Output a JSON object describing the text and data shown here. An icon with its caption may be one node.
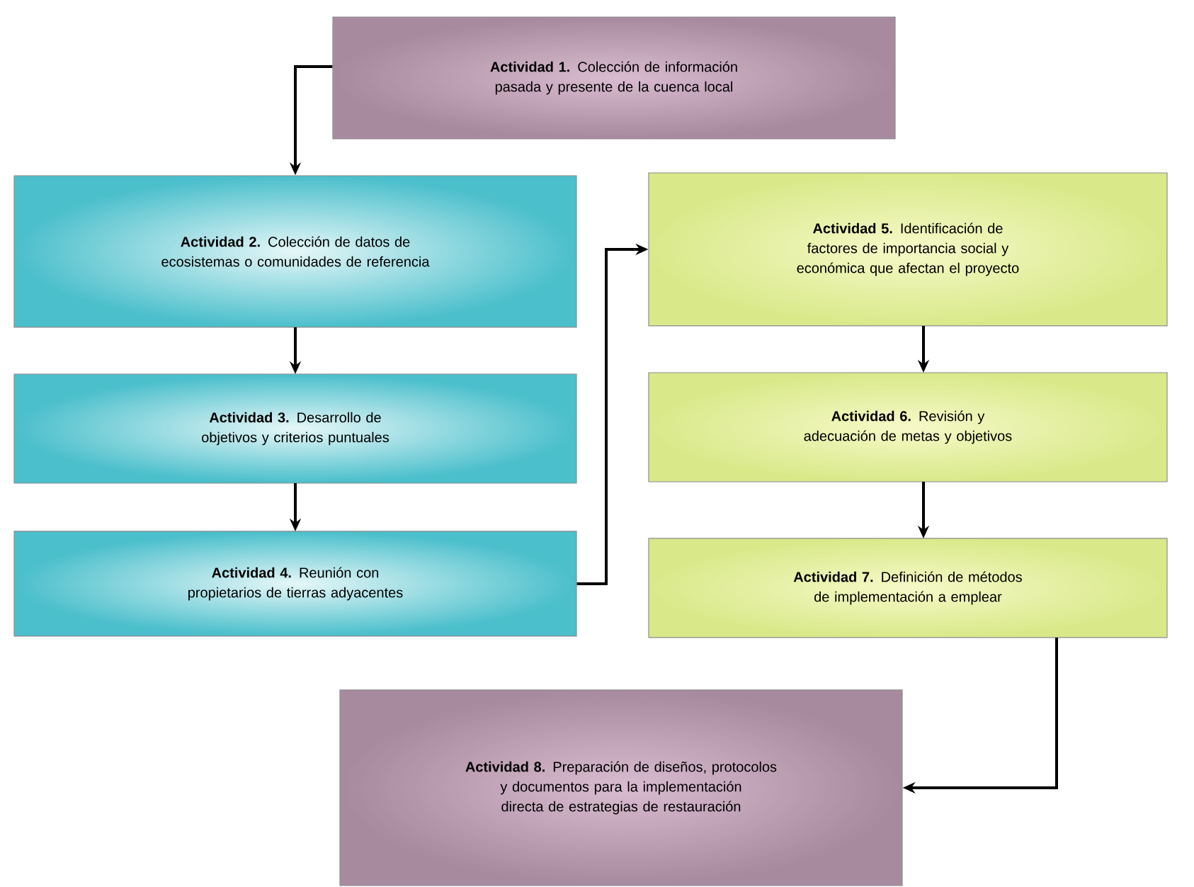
{
  "diagram": {
    "nodes": [
      {
        "text": [
          "**Actividad 1.** Colección de información pasada y presente de la cuenca local"
        ]
      },
      {
        "text": [
          "**Actividad 2.** Colección de datos de ecosistemas o comunidades de referencia"
        ]
      },
      {
        "text": [
          "**Actividad 3.** Desarrollo de objetivos y criterios puntuales"
        ]
      },
      {
        "text": [
          "**Actividad 4.** Reunión con propietarios de tierras adyacentes"
        ]
      },
      {
        "text": [
          "**Actividad 5.** Identificación de factores de importancia social y económica que afectan el proyecto"
        ]
      },
      {
        "text": [
          "**Actividad 6.** Revisión y adecuación de metas y objetivos"
        ]
      },
      {
        "text": [
          "**Actividad 7.** Definición de métodos de implementación a emplear"
        ]
      },
      {
        "text": [
          "**Actividad 8.** Preparación de diseños, protocolos y documentos para la implementación directa de estrategias de restauración"
        ]
      }
    ],
    "edges": [
      {
        "from": 0,
        "to": 1,
        "arrow": "to"
      },
      {
        "from": 1,
        "to": 2,
        "arrow": "to"
      },
      {
        "from": 2,
        "to": 3,
        "arrow": "to"
      },
      {
        "from": 3,
        "to": 4,
        "arrow": "to"
      },
      {
        "from": 4,
        "to": 5,
        "arrow": "to"
      },
      {
        "from": 5,
        "to": 6,
        "arrow": "to"
      },
      {
        "from": 6,
        "to": 7,
        "arrow": "to"
      }
    ]
  }
}
